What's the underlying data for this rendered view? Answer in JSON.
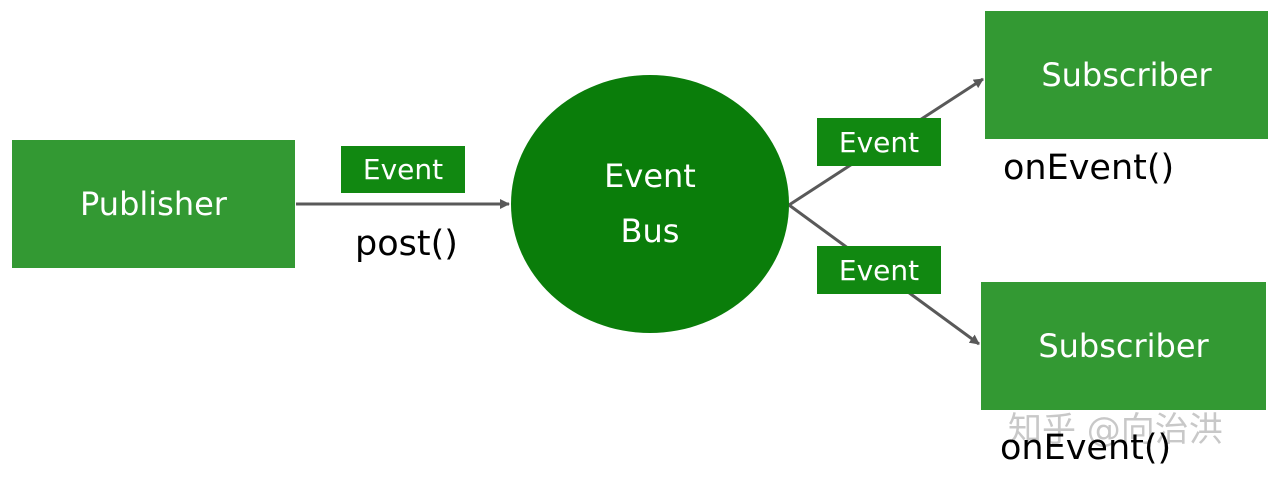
{
  "colors": {
    "node": "#339933",
    "tag": "#118811",
    "bus": "#0a7d0a",
    "arrow": "#595959"
  },
  "publisher": {
    "label": "Publisher",
    "method": "post()"
  },
  "event_bus": {
    "line1": "Event",
    "line2": "Bus"
  },
  "events": [
    "Event",
    "Event",
    "Event"
  ],
  "subscribers": [
    {
      "label": "Subscriber",
      "method": "onEvent()"
    },
    {
      "label": "Subscriber",
      "method": "onEvent()"
    }
  ],
  "watermark": "知乎 @向治洪"
}
